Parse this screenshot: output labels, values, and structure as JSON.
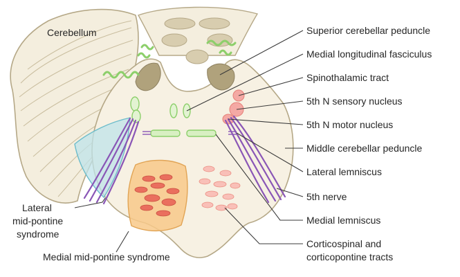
{
  "labels": {
    "cerebellum": "Cerebellum",
    "superior_peduncle": "Superior cerebellar peduncle",
    "mlf": "Medial longitudinal fasciculus",
    "spinothalamic": "Spinothalamic tract",
    "sensory_nucleus": "5th N sensory nucleus",
    "motor_nucleus": "5th N motor nucleus",
    "middle_peduncle": "Middle cerebellar peduncle",
    "lateral_lemniscus": "Lateral lemniscus",
    "fifth_nerve": "5th nerve",
    "medial_lemniscus": "Medial lemniscus",
    "corticospinal_line1": "Corticospinal and",
    "corticospinal_line2": "corticopontine tracts",
    "lateral_syndrome_line1": "Lateral",
    "lateral_syndrome_line2": "mid-pontine",
    "lateral_syndrome_line3": "syndrome",
    "medial_syndrome": "Medial mid-pontine syndrome"
  },
  "colors": {
    "tissue": "#f7f1e3",
    "outline": "#b5a887",
    "green_tract": "#8ccf6a",
    "lemniscus_green": "#d8efc2",
    "peduncle_dark": "#b0a27c",
    "pink_nucleus": "#f4a9a4",
    "purple_nerve": "#8a56b6",
    "lateral_lesion": "#bfe3ea",
    "medial_lesion": "#f8c98a",
    "cortico_red": "#ea6f5e"
  }
}
